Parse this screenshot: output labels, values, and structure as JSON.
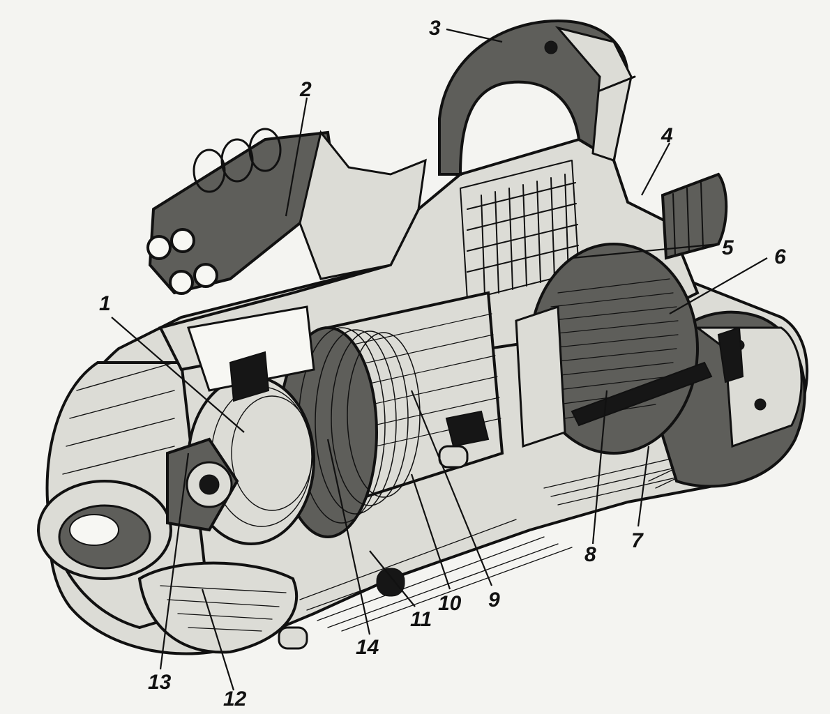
{
  "figure": {
    "callouts": [
      {
        "id": "1",
        "label": "1"
      },
      {
        "id": "2",
        "label": "2"
      },
      {
        "id": "3",
        "label": "3"
      },
      {
        "id": "4",
        "label": "4"
      },
      {
        "id": "5",
        "label": "5"
      },
      {
        "id": "6",
        "label": "6"
      },
      {
        "id": "7",
        "label": "7"
      },
      {
        "id": "8",
        "label": "8"
      },
      {
        "id": "9",
        "label": "9"
      },
      {
        "id": "10",
        "label": "10"
      },
      {
        "id": "11",
        "label": "11"
      },
      {
        "id": "12",
        "label": "12"
      },
      {
        "id": "13",
        "label": "13"
      },
      {
        "id": "14",
        "label": "14"
      }
    ],
    "colors": {
      "ink": "#111111",
      "paper": "#f4f4f1",
      "shade": "#5e5e5a",
      "light": "#dcdcd6"
    }
  }
}
